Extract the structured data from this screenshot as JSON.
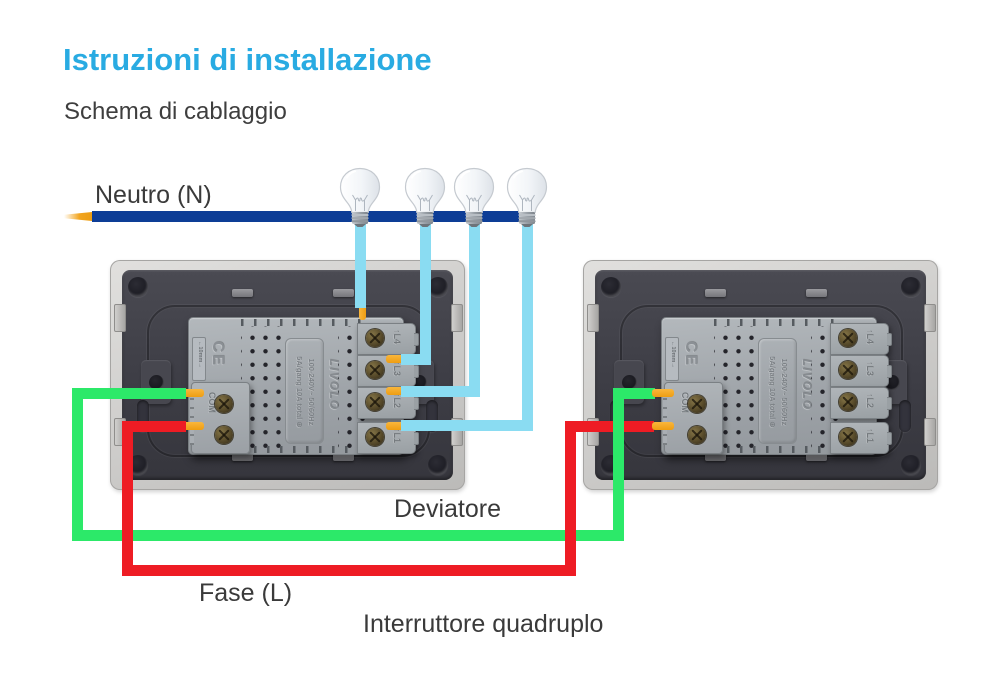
{
  "header": {
    "title": "Istruzioni di installazione",
    "subtitle": "Schema di cablaggio"
  },
  "labels": {
    "neutral": "Neutro (N)",
    "deviator": "Deviatore",
    "phase": "Fase (L)",
    "caption": "Interruttore quadruplo"
  },
  "colors": {
    "title_accent": "#29abe2",
    "neutral_wire_blue": "#0d3d96",
    "lamp_wire_cyan": "#8adcf2",
    "deviator_wire_green": "#2ce969",
    "phase_wire_red": "#ee1c24",
    "stripped_wire_tip_orange": "#f2a51f"
  },
  "bulbs": {
    "count": 4
  },
  "switches": [
    {
      "brand": "LIVOLO",
      "ce": "CE",
      "com_label": "COM",
      "gauge": "←10mm→",
      "rating_line1": "100-240V~  50/60Hz",
      "rating_line2": "5A/gang  10A total ⊛",
      "terminals": [
        "↑L4",
        "↑L3",
        "↑L2",
        "↑L1"
      ]
    },
    {
      "brand": "LIVOLO",
      "ce": "CE",
      "com_label": "COM",
      "gauge": "←10mm→",
      "rating_line1": "100-240V~  50/60Hz",
      "rating_line2": "5A/gang  10A total ⊛",
      "terminals": [
        "↑L4",
        "↑L3",
        "↑L2",
        "↑L1"
      ]
    }
  ]
}
